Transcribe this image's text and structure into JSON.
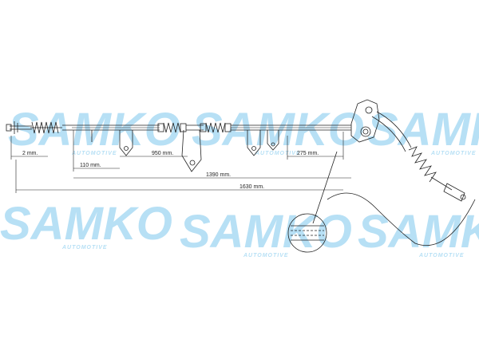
{
  "dimensions": {
    "d1": "2 mm.",
    "d2": "110 mm.",
    "d3": "950 mm.",
    "d4": "275 mm.",
    "d5": "1390 mm.",
    "d6": "1630 mm."
  },
  "watermark": {
    "brand": "SAMKO",
    "sub": "AUTOMOTIVE"
  },
  "colors": {
    "line": "#222222",
    "watermark": "#7cc7ec"
  }
}
